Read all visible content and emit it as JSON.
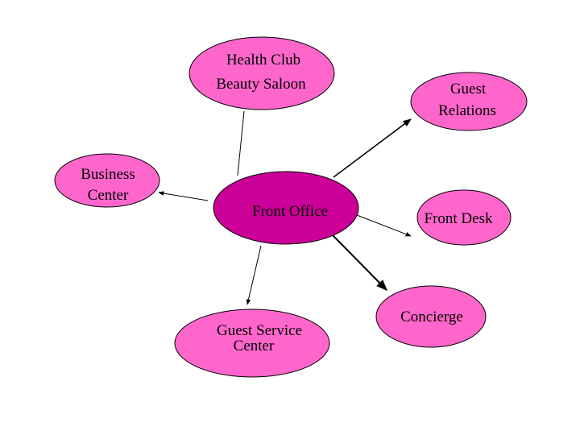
{
  "colors": {
    "outer_node_fill": "#FF66CC",
    "center_node_fill": "#CC0099",
    "stroke": "#000000",
    "background": "#FFFFFF"
  },
  "center": {
    "id": "front-office",
    "lines": [
      "Front Office"
    ]
  },
  "nodes": [
    {
      "id": "health-club",
      "lines": [
        "Health Club",
        "Beauty Saloon"
      ]
    },
    {
      "id": "guest-relations",
      "lines": [
        "Guest",
        "Relations"
      ]
    },
    {
      "id": "business-center",
      "lines": [
        "Business",
        "Center"
      ]
    },
    {
      "id": "front-desk",
      "lines": [
        "Front Desk"
      ]
    },
    {
      "id": "guest-service-center",
      "lines": [
        "Guest Service",
        "Center"
      ]
    },
    {
      "id": "concierge",
      "lines": [
        "Concierge"
      ]
    }
  ],
  "edges": [
    {
      "from": "front-office",
      "to": "health-club",
      "arrow": false
    },
    {
      "from": "front-office",
      "to": "guest-relations",
      "arrow": true
    },
    {
      "from": "front-office",
      "to": "business-center",
      "arrow": true
    },
    {
      "from": "front-office",
      "to": "front-desk",
      "arrow": true
    },
    {
      "from": "front-office",
      "to": "guest-service-center",
      "arrow": true
    },
    {
      "from": "front-office",
      "to": "concierge",
      "arrow": true
    }
  ]
}
